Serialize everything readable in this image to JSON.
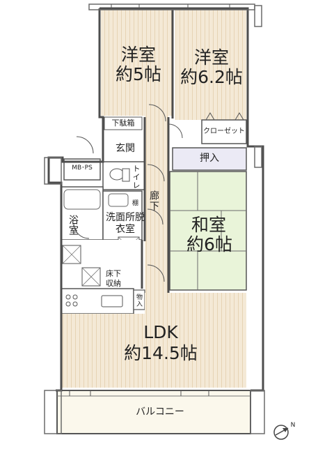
{
  "rooms": {
    "western1": {
      "name": "洋室",
      "size": "約5帖"
    },
    "western2": {
      "name": "洋室",
      "size": "約6.2帖"
    },
    "closet": "クローゼット",
    "shoe": "下駄箱",
    "entrance": "玄関",
    "mbps": "MB･PS",
    "toilet": "トイレ",
    "oshiire": "押入",
    "corridor": "廊下",
    "shelf": "棚",
    "bath": "浴室",
    "washroom": "洗面所脱衣室",
    "japanese": {
      "name": "和室",
      "size": "約6帖"
    },
    "underfloor": "床下収納",
    "storage": "物入",
    "ldk": {
      "name": "LDK",
      "size": "約14.5帖"
    },
    "balcony": "バルコニー"
  },
  "compass": "N",
  "colors": {
    "wall": "#555555",
    "floor_wood": "#f4e9d6",
    "wood_stripe": "#e6d3b4",
    "tatami": "#e9f4d9",
    "wet_area": "#ffffff",
    "balcony": "#fbf8ec",
    "oshiire": "#ebeaf5"
  }
}
